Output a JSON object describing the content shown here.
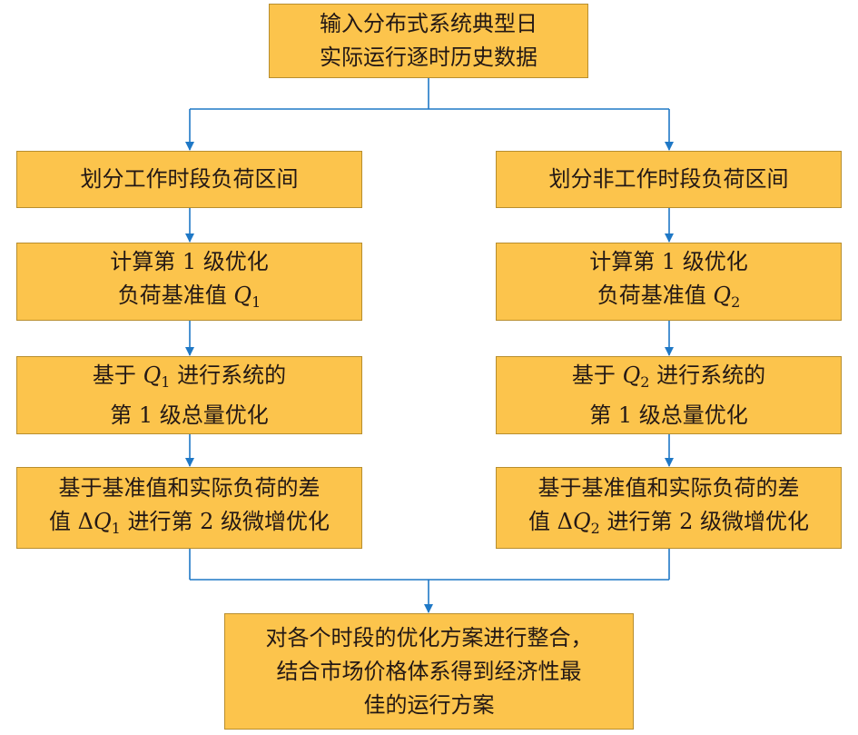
{
  "colors": {
    "box_fill": "#fcc44c",
    "box_border": "#b88e2e",
    "connector": "#1f78c6",
    "text": "#231815"
  },
  "input": {
    "line1": "输入分布式系统典型日",
    "line2": "实际运行逐时历史数据"
  },
  "left": {
    "step1": "划分工作时段负荷区间",
    "step2": {
      "line1": "计算第 1 级优化",
      "line2_text": "负荷基准值 ",
      "var": "Q",
      "sub": "1"
    },
    "step3": {
      "line1_pre": "基于 ",
      "var": "Q",
      "sub": "1",
      "line1_post": " 进行系统的",
      "line2": "第 1 级总量优化"
    },
    "step4": {
      "line1": "基于基准值和实际负荷的差",
      "line2_pre": "值 ",
      "delta": "Δ",
      "var": "Q",
      "sub": "1",
      "line2_post": " 进行第 2 级微增优化"
    }
  },
  "right": {
    "step1": "划分非工作时段负荷区间",
    "step2": {
      "line1": "计算第 1 级优化",
      "line2_text": "负荷基准值 ",
      "var": "Q",
      "sub": "2"
    },
    "step3": {
      "line1_pre": "基于 ",
      "var": "Q",
      "sub": "2",
      "line1_post": " 进行系统的",
      "line2": "第 1 级总量优化"
    },
    "step4": {
      "line1": "基于基准值和实际负荷的差",
      "line2_pre": "值 ",
      "delta": "Δ",
      "var": "Q",
      "sub": "2",
      "line2_post": " 进行第 2 级微增优化"
    }
  },
  "output": {
    "line1": "对各个时段的优化方案进行整合，",
    "line2": "结合市场价格体系得到经济性最",
    "line3": "佳的运行方案"
  }
}
